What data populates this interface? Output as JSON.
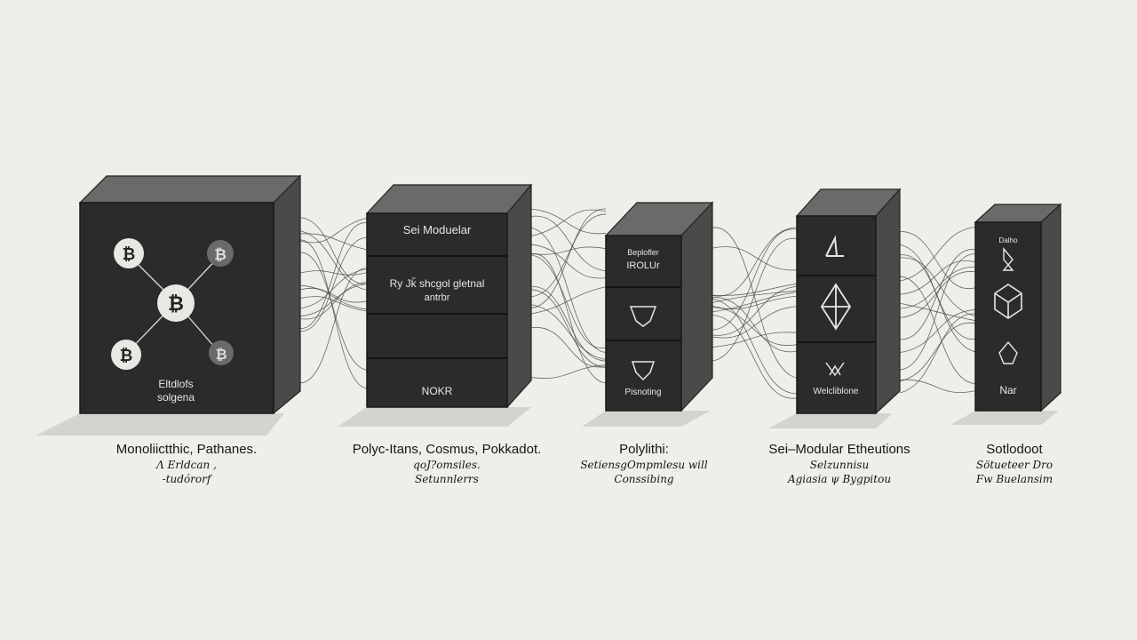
{
  "columns": [
    {
      "title": "Monoliictthic, Pathanes.",
      "subtitle": [
        "Λ Erldcan ,",
        "-tudórorf"
      ],
      "box_label": [
        "Eltdlofs",
        "solgena"
      ],
      "icons": [
        "bitcoin-icon",
        "bitcoin-icon",
        "bitcoin-icon",
        "bitcoin-icon",
        "bitcoin-icon"
      ]
    },
    {
      "title": "Polyc-Itans, Cosmus, Pokkadot.",
      "subtitle": [
        "qoJ?omsiles.",
        "Setunnlerrs"
      ],
      "layers": [
        "Sei Moduelar",
        "Ry Jǩ shcgol gletnal",
        "",
        "NOKR"
      ],
      "layer_sub": [
        "",
        "antrbr",
        "",
        ""
      ]
    },
    {
      "title": "Polylithi:",
      "subtitle": [
        "SetiensgOmpmlesu will",
        "Conssibing"
      ],
      "layers": [
        "Beplofler",
        "IROLUr",
        "Pisnoting"
      ]
    },
    {
      "title": "Sei–Modular Etheutions",
      "subtitle": [
        "Selzunnisu",
        "Agiasia ψ Bygpitou"
      ],
      "layers": [
        "",
        "",
        "Welcliblone"
      ]
    },
    {
      "title": "Sotlodoot",
      "subtitle": [
        "Sötueteer Dro",
        "Fw Buelansim"
      ],
      "layers": [
        "Dalho",
        "",
        "Nar"
      ]
    }
  ]
}
